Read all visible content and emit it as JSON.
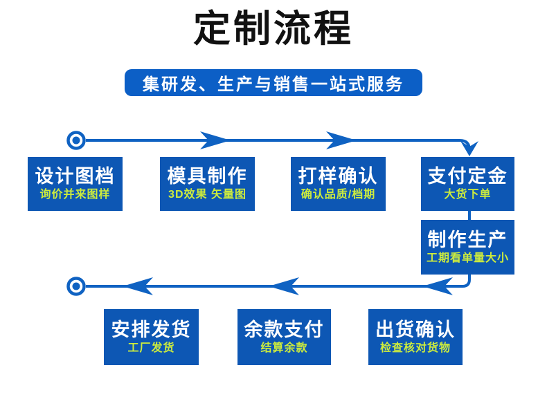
{
  "header": {
    "title": "定制流程",
    "subtitle": "集研发、生产与销售一站式服务"
  },
  "nodes": [
    {
      "title": "设计图档",
      "subtitle": "询价并来图样"
    },
    {
      "title": "模具制作",
      "subtitle": "3D效果 矢量图"
    },
    {
      "title": "打样确认",
      "subtitle": "确认品质/档期"
    },
    {
      "title": "支付定金",
      "subtitle": "大货下单"
    },
    {
      "title": "制作生产",
      "subtitle": "工期看单量大小"
    },
    {
      "title": "安排发货",
      "subtitle": "工厂发货"
    },
    {
      "title": "余款支付",
      "subtitle": "结算余款"
    },
    {
      "title": "出货确认",
      "subtitle": "检查核对货物"
    }
  ],
  "flow": {
    "sequence": [
      "设计图档",
      "模具制作",
      "打样确认",
      "支付定金",
      "制作生产",
      "出货确认",
      "余款支付",
      "安排发货"
    ],
    "top_row_direction": "left-to-right",
    "bottom_row_direction": "right-to-left"
  },
  "colors": {
    "box_blue": "#0d57b4",
    "banner_blue": "#0c5fc6",
    "line_blue": "#0f62c2",
    "subtitle_yellow": "#cdec3d",
    "title_black": "#111111",
    "background": "#ffffff"
  }
}
